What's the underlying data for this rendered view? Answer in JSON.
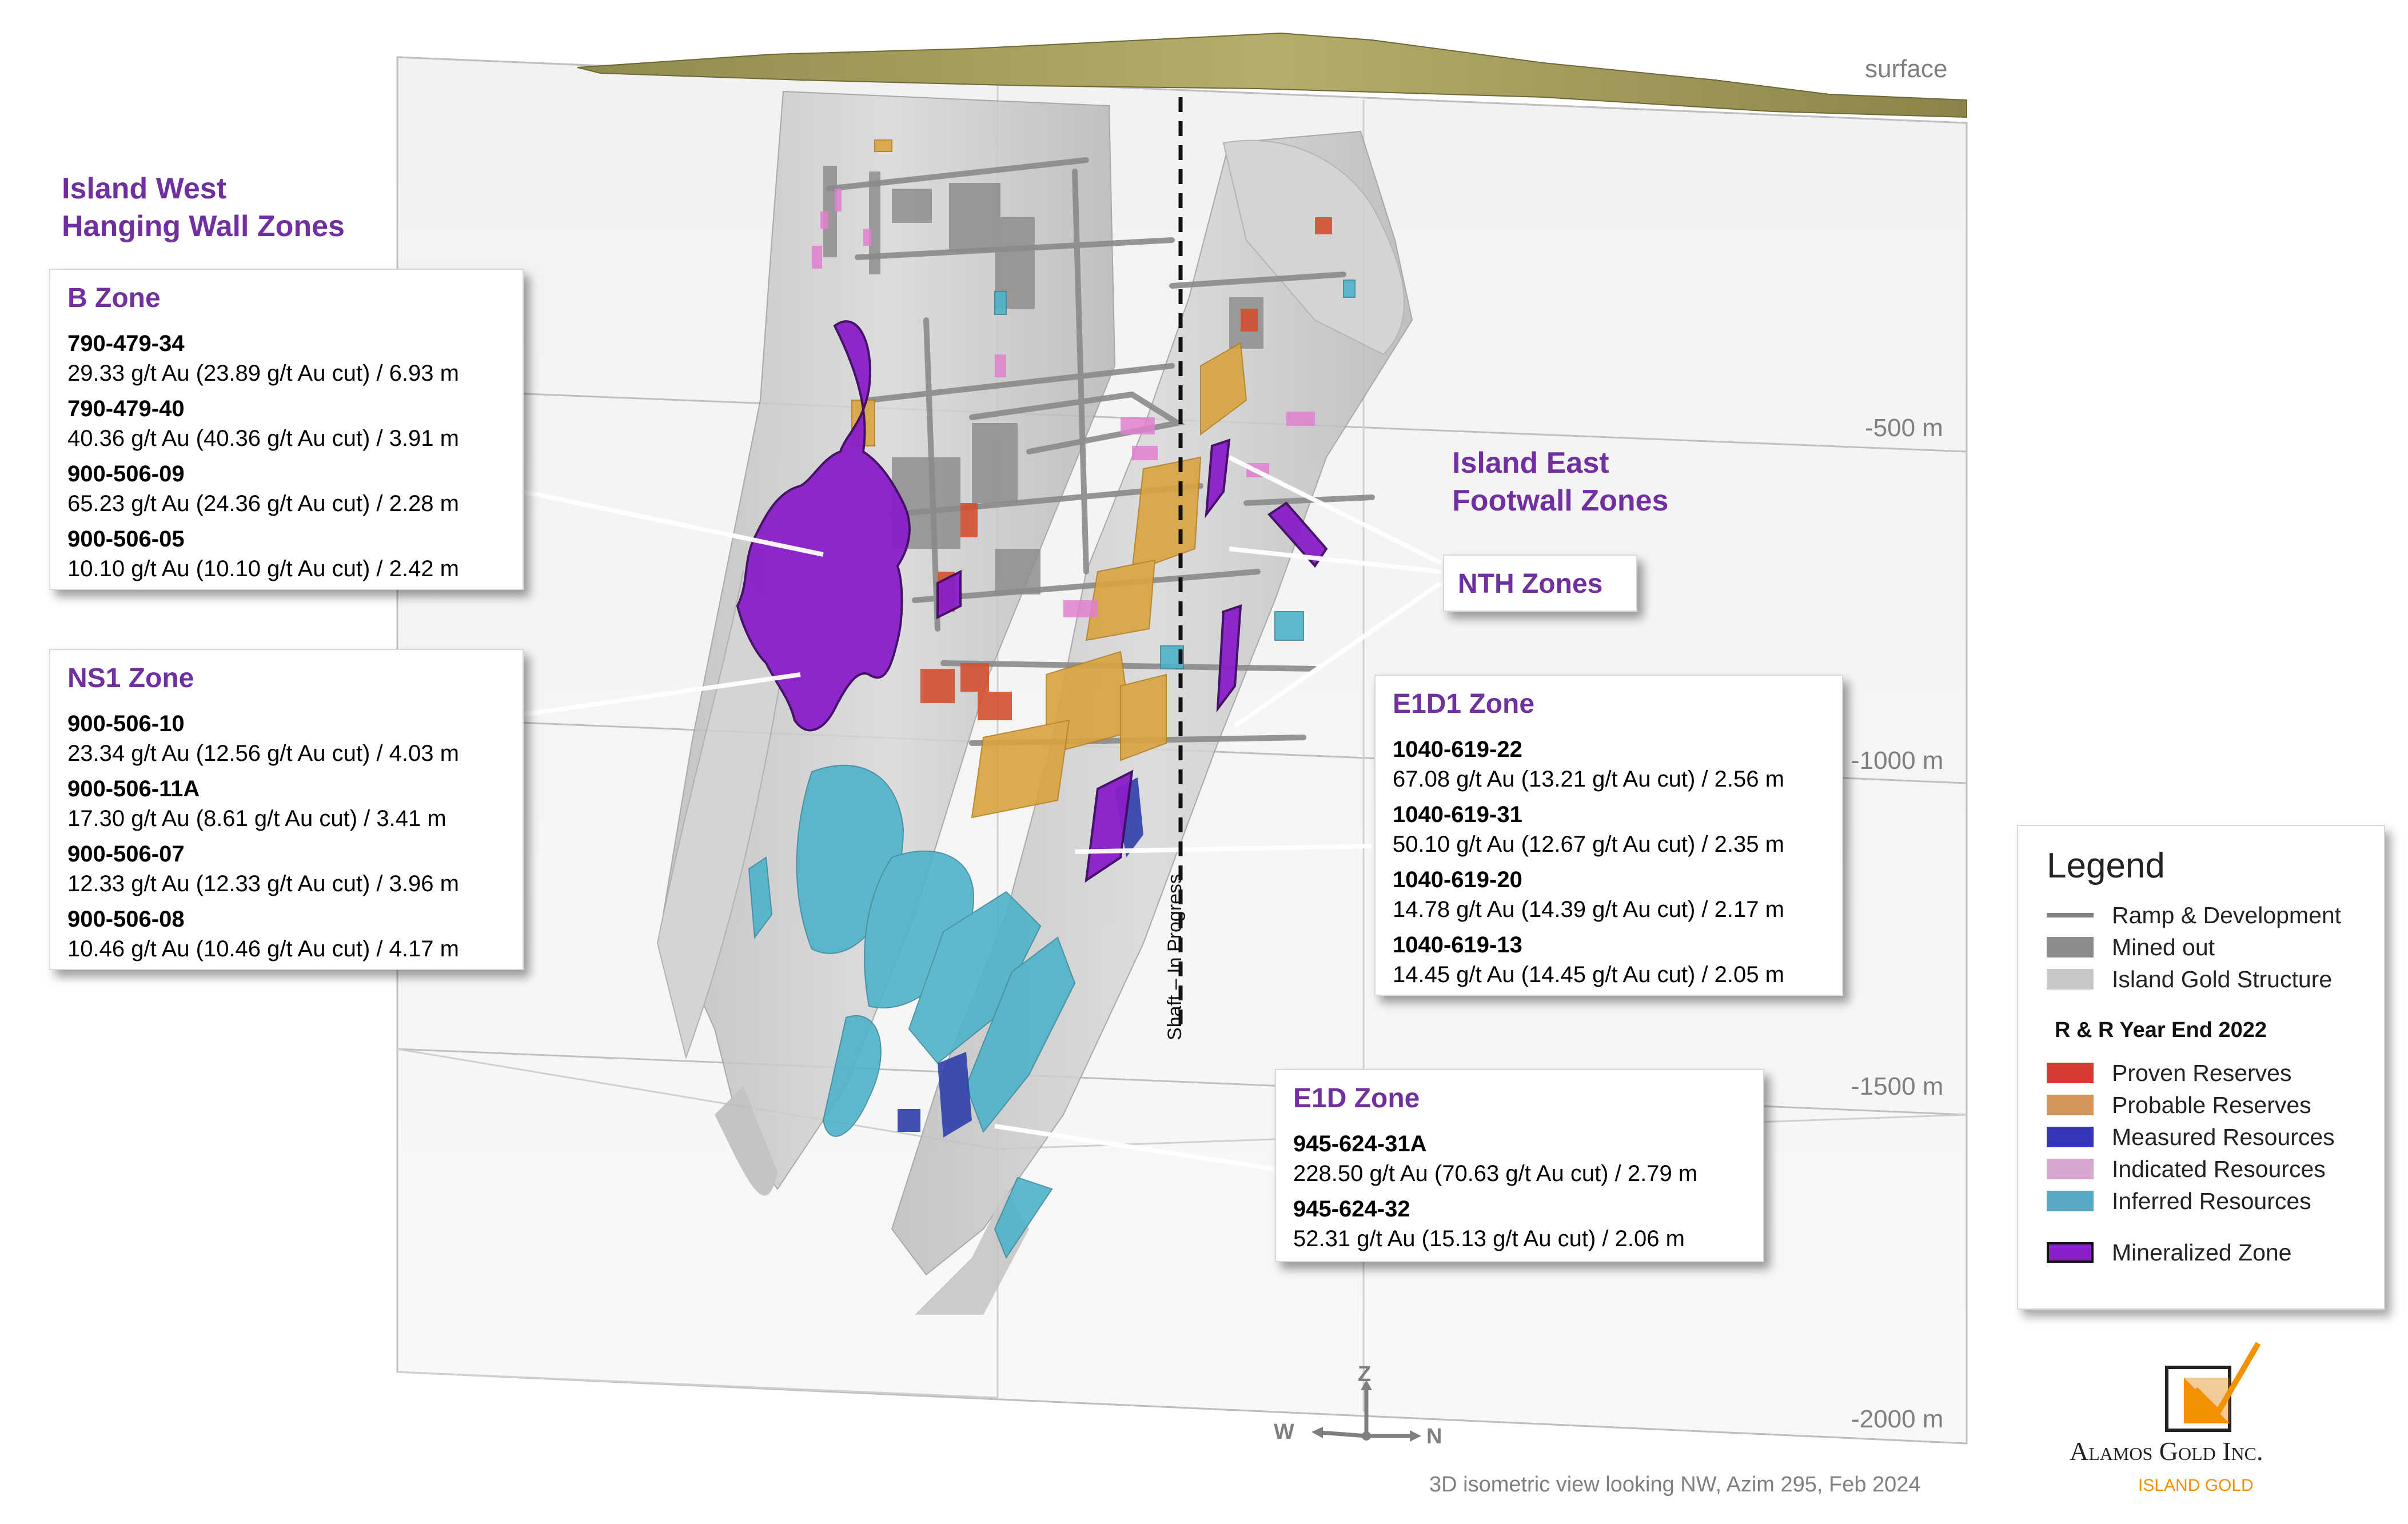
{
  "labels": {
    "surface": "surface",
    "depths": [
      "-500 m",
      "-1000 m",
      "-1500 m",
      "-2000 m"
    ],
    "west_group": "Island West\nHanging Wall Zones",
    "east_group": "Island East\nFootwall Zones",
    "nth_zones": "NTH Zones",
    "shaft": "Shaft – In Progress",
    "caption": "3D isometric view looking NW, Azim 295, Feb 2024"
  },
  "boxes": {
    "b_zone": {
      "title": "B Zone",
      "holes": [
        {
          "id": "790-479-34",
          "value": "29.33 g/t Au (23.89 g/t Au cut) / 6.93 m"
        },
        {
          "id": "790-479-40",
          "value": "40.36 g/t Au (40.36 g/t Au cut) / 3.91 m"
        },
        {
          "id": "900-506-09",
          "value": "65.23 g/t Au (24.36 g/t Au cut) / 2.28 m"
        },
        {
          "id": "900-506-05",
          "value": "10.10 g/t Au (10.10 g/t Au cut) / 2.42 m"
        }
      ]
    },
    "ns1_zone": {
      "title": "NS1 Zone",
      "holes": [
        {
          "id": "900-506-10",
          "value": "23.34 g/t Au (12.56 g/t Au cut) / 4.03 m"
        },
        {
          "id": "900-506-11A",
          "value": "17.30 g/t Au (8.61 g/t Au cut) / 3.41 m"
        },
        {
          "id": "900-506-07",
          "value": "12.33 g/t Au (12.33 g/t Au cut) / 3.96 m"
        },
        {
          "id": "900-506-08",
          "value": "10.46 g/t Au (10.46 g/t Au cut) / 4.17 m"
        }
      ]
    },
    "e1d1_zone": {
      "title": "E1D1 Zone",
      "holes": [
        {
          "id": "1040-619-22",
          "value": "67.08 g/t Au (13.21 g/t Au cut) / 2.56 m"
        },
        {
          "id": "1040-619-31",
          "value": "50.10 g/t Au (12.67 g/t Au cut) / 2.35 m"
        },
        {
          "id": "1040-619-20",
          "value": "14.78 g/t Au (14.39 g/t Au cut) / 2.17 m"
        },
        {
          "id": "1040-619-13",
          "value": "14.45 g/t Au (14.45 g/t Au cut) / 2.05 m"
        }
      ]
    },
    "e1d_zone": {
      "title": "E1D Zone",
      "holes": [
        {
          "id": "945-624-31A",
          "value": "228.50 g/t Au (70.63 g/t Au cut) / 2.79 m"
        },
        {
          "id": "945-624-32",
          "value": "52.31 g/t Au (15.13 g/t Au cut) / 2.06 m"
        }
      ]
    }
  },
  "legend": {
    "title": "Legend",
    "rows_top": [
      {
        "label": "Ramp & Development",
        "swatch": "line",
        "color": "#7f7f7f"
      },
      {
        "label": "Mined out",
        "swatch": "box",
        "color": "#8c8c8c"
      },
      {
        "label": "Island Gold Structure",
        "swatch": "box",
        "color": "#c8c8c8"
      }
    ],
    "subtitle": "R & R Year End 2022",
    "rows_rr": [
      {
        "label": "Proven Reserves",
        "color": "#d63a33"
      },
      {
        "label": "Probable Reserves",
        "color": "#d4955a"
      },
      {
        "label": "Measured Resources",
        "color": "#3535b8"
      },
      {
        "label": "Indicated Resources",
        "color": "#d7a6cf"
      },
      {
        "label": "Inferred Resources",
        "color": "#5aa9c4"
      }
    ],
    "mineralized": {
      "label": "Mineralized Zone",
      "color": "#8a1ec9"
    }
  },
  "axes": {
    "z": "Z",
    "w": "W",
    "n": "N"
  },
  "logo": {
    "company": "Alamos Gold Inc.",
    "subtitle": "ISLAND GOLD",
    "accent": "#f39200"
  },
  "colors": {
    "purple_text": "#7030a0",
    "mineralized": "#8a1ec9",
    "inferred": "#4fb3c9",
    "probable": "#d9a441",
    "indicated": "#e07fd0",
    "proven": "#d4502f",
    "structure": "#c9c9c9",
    "surface": "#a79f5e"
  }
}
